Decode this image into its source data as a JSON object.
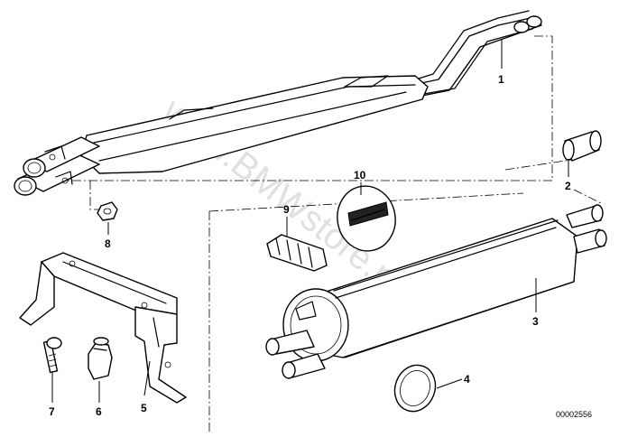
{
  "diagram": {
    "watermark": "www.BMWstore.pl",
    "reference_number": "00002556",
    "callouts": [
      "1",
      "2",
      "3",
      "4",
      "5",
      "6",
      "7",
      "8",
      "9",
      "10"
    ]
  }
}
